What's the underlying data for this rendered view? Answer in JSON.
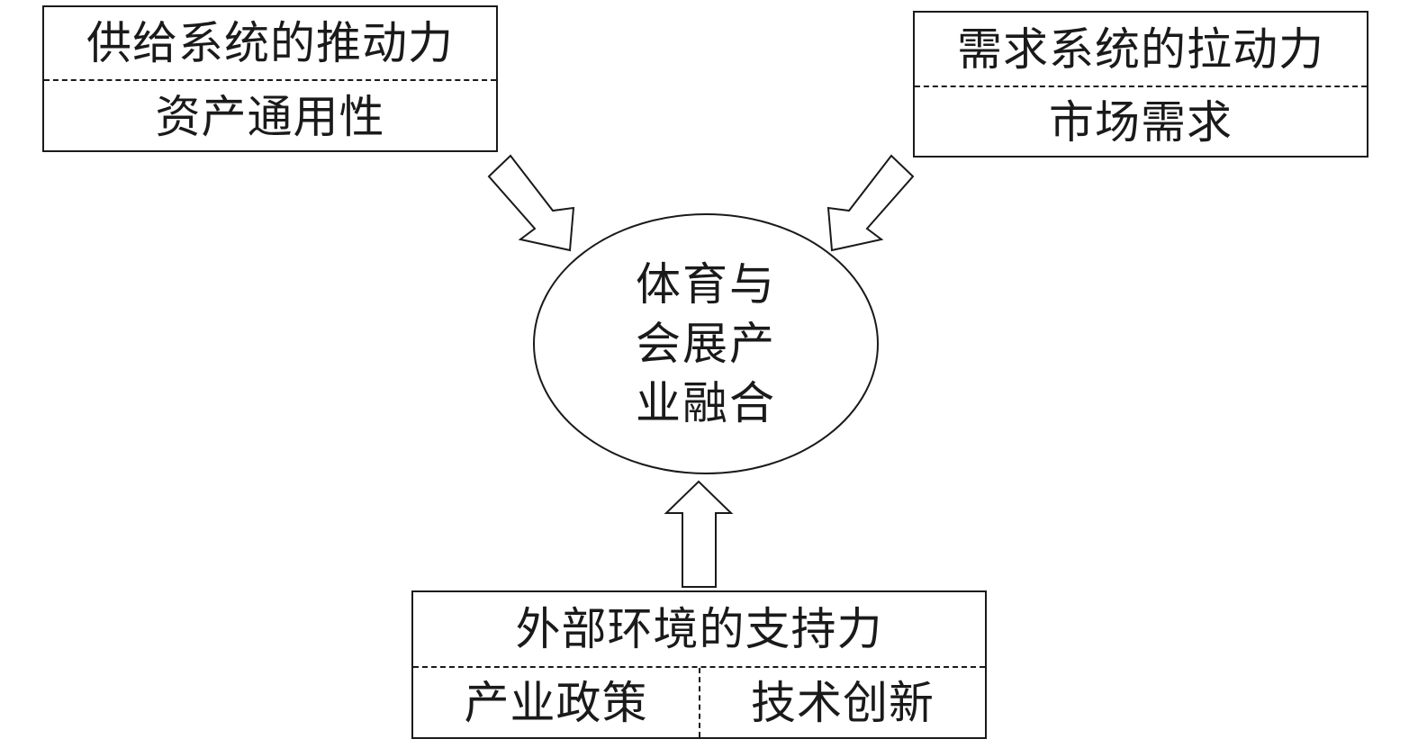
{
  "supply_box": {
    "title": "供给系统的推动力",
    "item": "资产通用性"
  },
  "demand_box": {
    "title": "需求系统的拉动力",
    "item": "市场需求"
  },
  "center": {
    "lines": [
      "体育与",
      "会展产",
      "业融合"
    ]
  },
  "environment_box": {
    "title": "外部环境的支持力",
    "items": [
      "产业政策",
      "技术创新"
    ]
  },
  "colors": {
    "stroke": "#1a1a1a",
    "fill": "#ffffff"
  }
}
